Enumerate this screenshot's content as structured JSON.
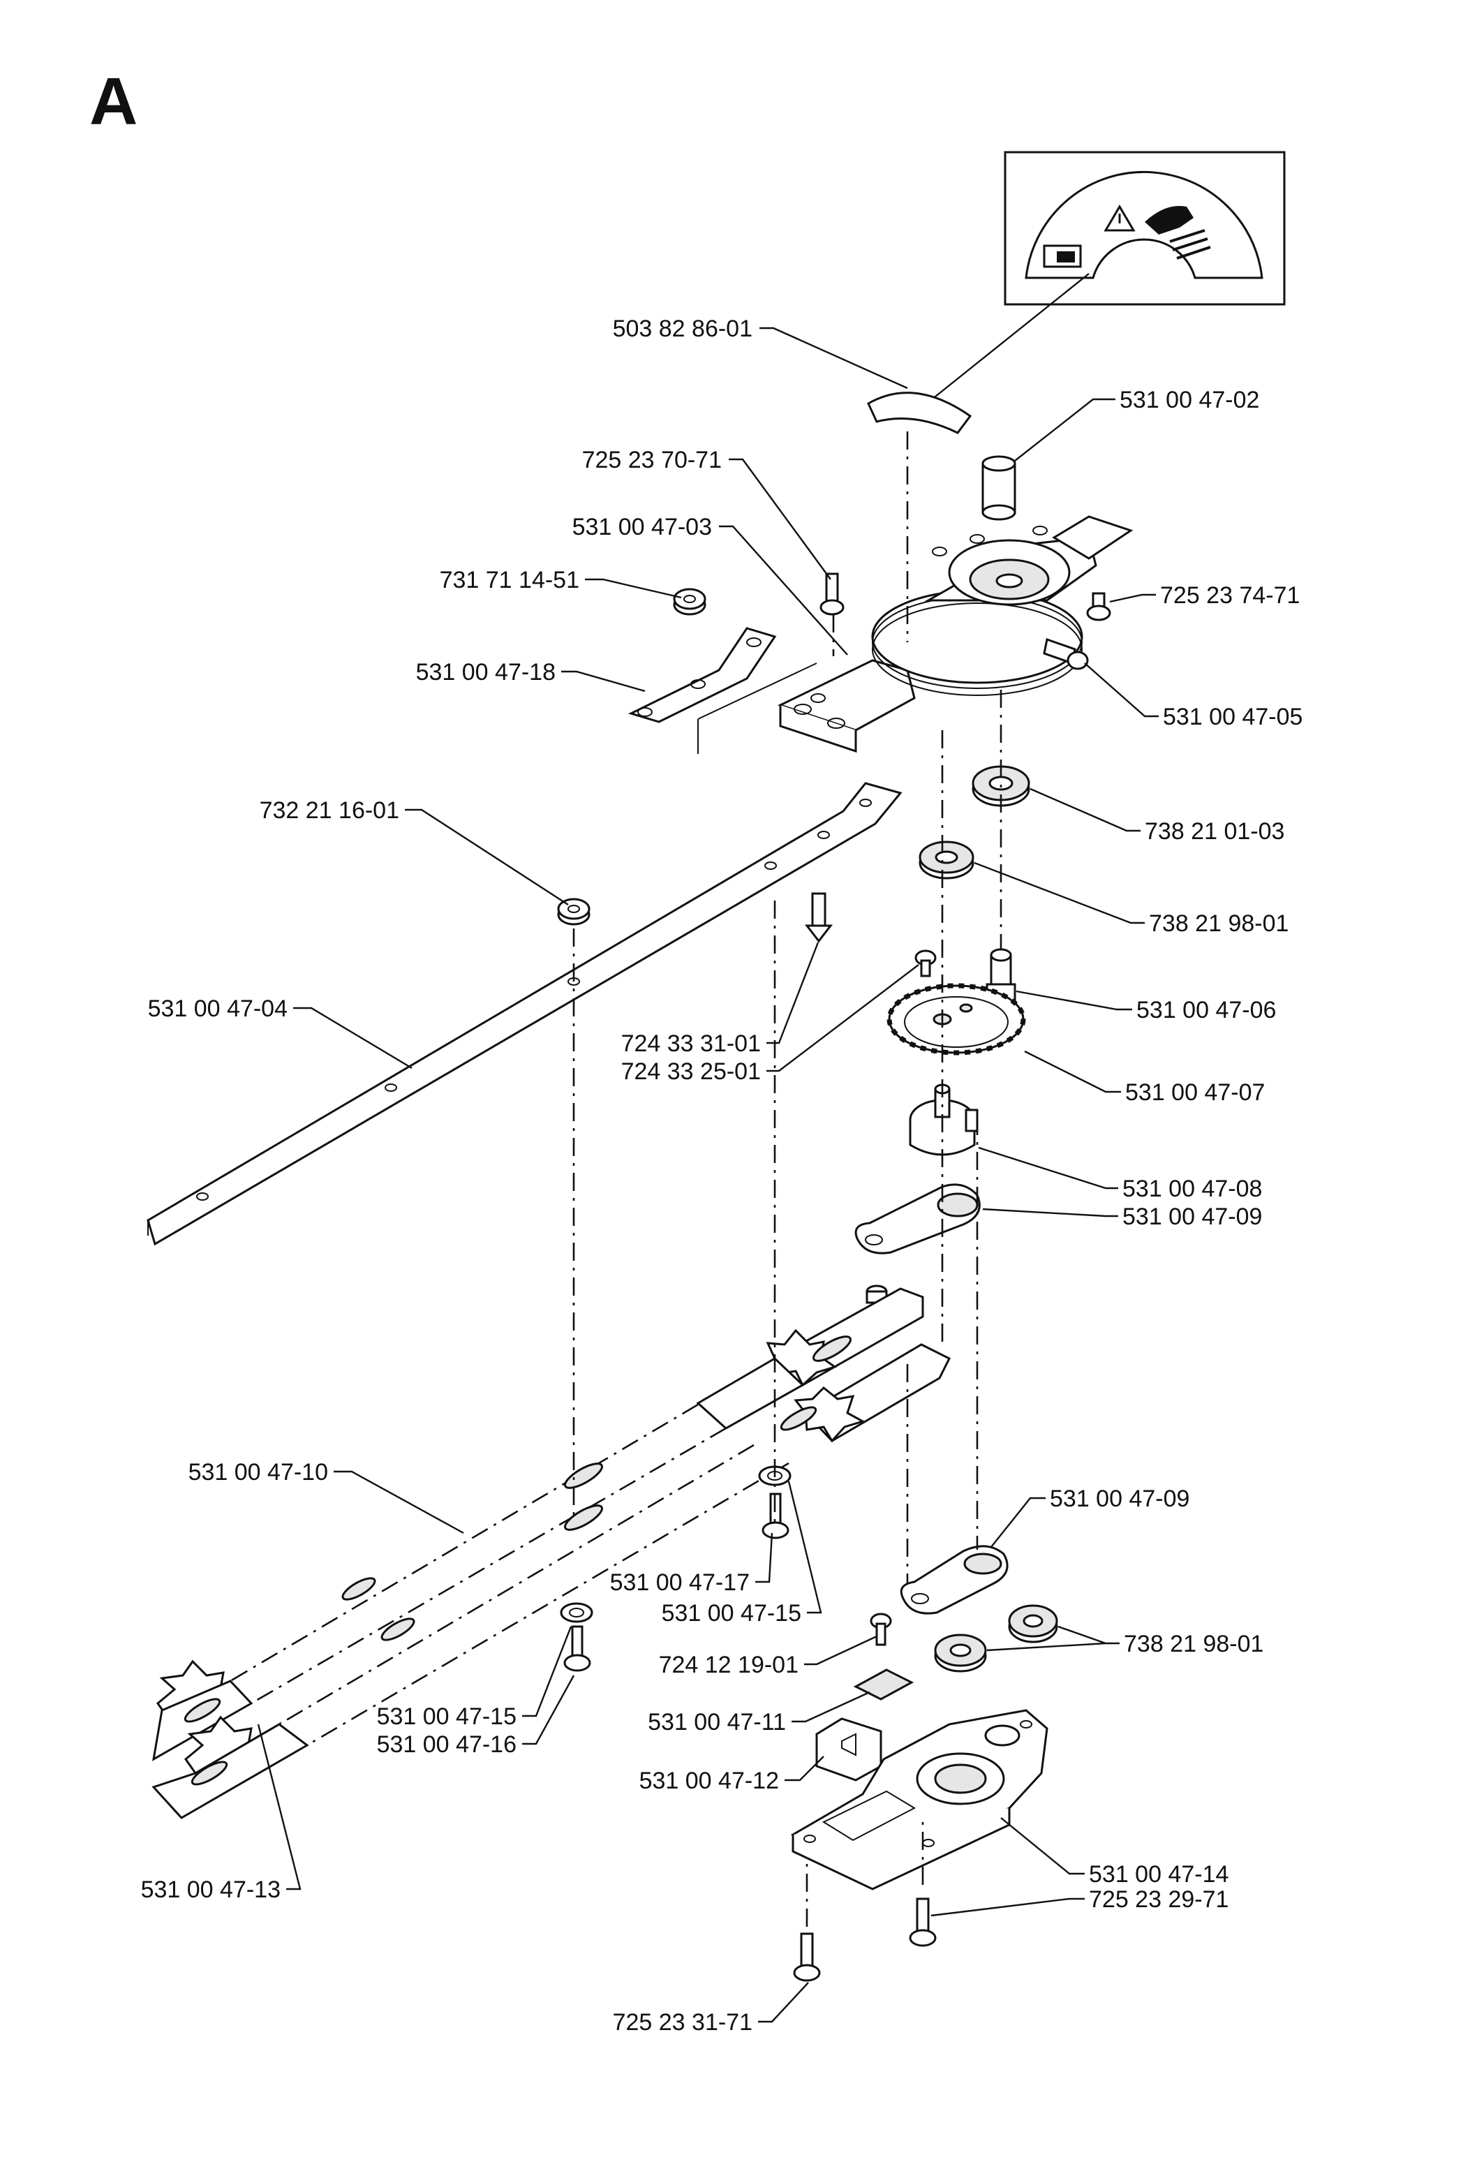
{
  "section_letter": "A",
  "warning_label_icons": [
    "warning-triangle-icon",
    "hand-blade-hazard-icon",
    "read-manual-icon"
  ],
  "part_numbers": [
    "503 82 86-01",
    "531 00 47-02",
    "725 23 70-71",
    "531 00 47-03",
    "731 71 14-51",
    "725 23 74-71",
    "531 00 47-18",
    "531 00 47-05",
    "732 21 16-01",
    "738 21 01-03",
    "738 21 98-01",
    "531 00 47-04",
    "531 00 47-06",
    "724 33 31-01",
    "724 33 25-01",
    "531 00 47-07",
    "531 00 47-08",
    "531 00 47-09",
    "531 00 47-10",
    "531 00 47-09",
    "531 00 47-17",
    "531 00 47-15",
    "738 21 98-01",
    "724 12 19-01",
    "531 00 47-15",
    "531 00 47-16",
    "531 00 47-11",
    "531 00 47-12",
    "531 00 47-13",
    "531 00 47-14",
    "725 23 29-71",
    "725 23 31-71"
  ]
}
